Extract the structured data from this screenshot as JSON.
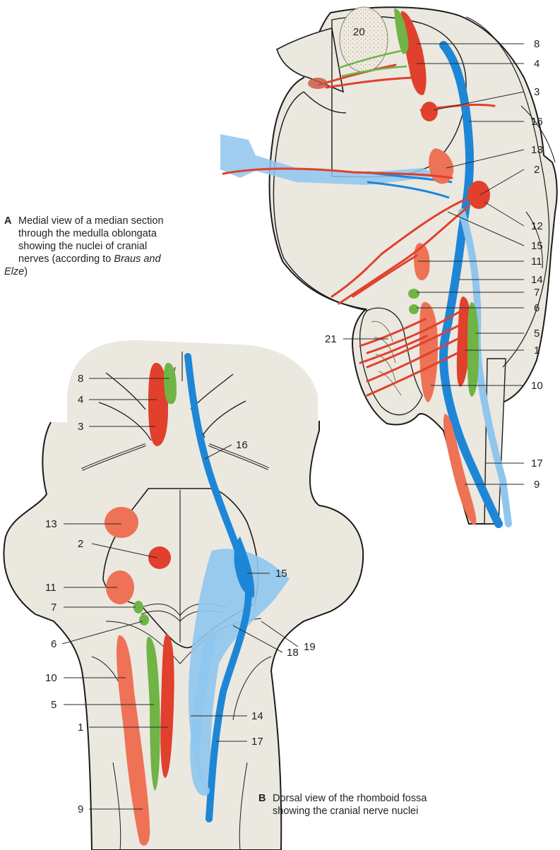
{
  "captions": {
    "a": {
      "key": "A",
      "line1": "Medial view of a median section",
      "line2": "through the medulla oblongata",
      "line3": "showing the nuclei of cranial",
      "line4_pre": "nerves (according to ",
      "line4_em": "Braus and",
      "line5_em": "Elze",
      "line5_post": ")"
    },
    "b": {
      "key": "B",
      "line1": "Dorsal view of the rhomboid fossa",
      "line2": "showing the cranial nerve nuclei"
    }
  },
  "figure_a": {
    "labels": [
      "20",
      "8",
      "4",
      "3",
      "16",
      "13",
      "2",
      "12",
      "15",
      "11",
      "14",
      "7",
      "6",
      "21",
      "5",
      "1",
      "10",
      "17",
      "9"
    ]
  },
  "figure_b": {
    "labels": [
      "8",
      "4",
      "3",
      "16",
      "13",
      "2",
      "15",
      "11",
      "7",
      "6",
      "19",
      "18",
      "10",
      "5",
      "14",
      "1",
      "17",
      "9"
    ]
  },
  "colors": {
    "tissue": "#ebe8e0",
    "tissue_outline": "#1c1c1c",
    "motor_nucleus": "#e0402c",
    "motor_light": "#ee7255",
    "parasympathetic_nucleus": "#6fb444",
    "sensory_tract": "#1e86d6",
    "sensory_light": "#8fc6ee",
    "label_text": "#1f1f1f"
  }
}
